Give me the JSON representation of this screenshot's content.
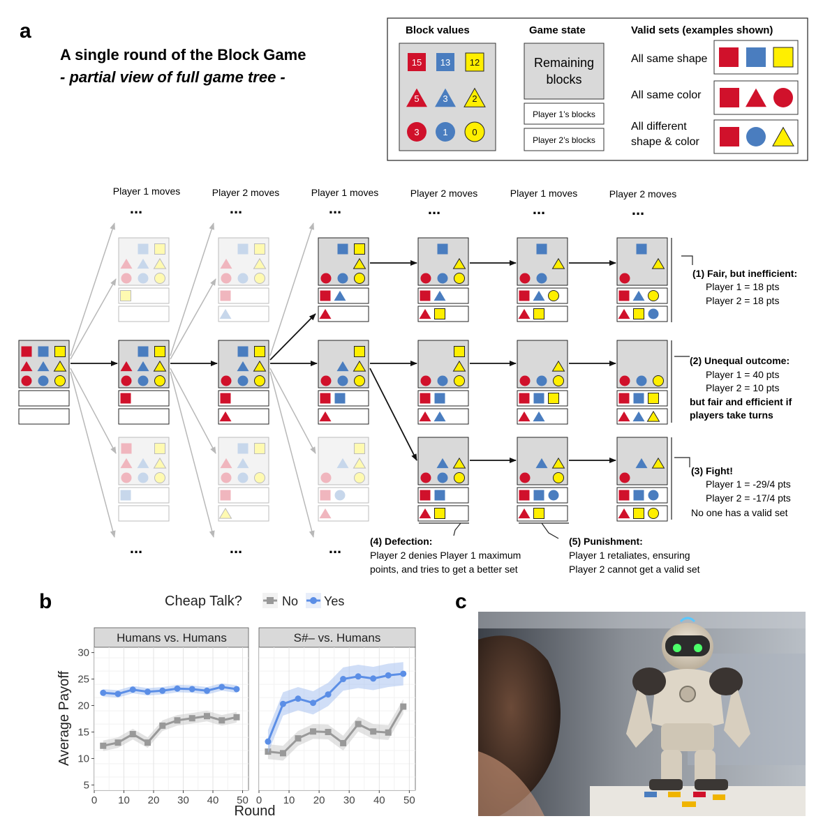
{
  "panel_labels": {
    "a": "a",
    "b": "b",
    "c": "c"
  },
  "title": {
    "line1": "A single round of the Block Game",
    "line2": "- partial view of full game tree -"
  },
  "legend": {
    "block_values_title": "Block values",
    "game_state_title": "Game state",
    "valid_sets_title": "Valid sets (examples shown)",
    "values": {
      "red_square": "15",
      "blue_square": "13",
      "yellow_square": "12",
      "red_triangle": "5",
      "blue_triangle": "3",
      "yellow_triangle": "2",
      "red_circle": "3",
      "blue_circle": "1",
      "yellow_circle": "0"
    },
    "remaining": "Remaining blocks",
    "p1_blocks": "Player 1’s blocks",
    "p2_blocks": "Player 2’s blocks",
    "same_shape": "All same shape",
    "same_color": "All same color",
    "diff_line1": "All different",
    "diff_line2": "shape & color"
  },
  "moves": [
    "Player 1 moves",
    "Player 2 moves",
    "Player 1 moves",
    "Player 2 moves",
    "Player 1 moves",
    "Player 2 moves"
  ],
  "ellipsis": "...",
  "outcomes": {
    "o1_title": "(1) Fair, but inefficient:",
    "o1_p1": "Player 1 = 18 pts",
    "o1_p2": "Player 2 = 18 pts",
    "o2_title": "(2) Unequal outcome:",
    "o2_p1": "Player 1 = 40 pts",
    "o2_p2": "Player 2 = 10 pts",
    "o2_note1": "but fair and efficient if",
    "o2_note2": "players take turns",
    "o3_title": "(3) Fight!",
    "o3_p1": "Player 1 =  -29/4 pts",
    "o3_p2": "Player 2 = -17/4 pts",
    "o3_note": "No one has a valid set",
    "o4_title": "(4) Defection:",
    "o4_l1": "Player 2 denies Player 1 maximum",
    "o4_l2": "points, and tries to get a better set",
    "o5_title": "(5) Punishment:",
    "o5_l1": "Player 1 retaliates, ensuring",
    "o5_l2": "Player 2 cannot get a valid set"
  },
  "colors": {
    "red": "#d0112b",
    "blue": "#4a7dbf",
    "yellow": "#ffef00",
    "board": "#d9d9d9",
    "yes_line": "#5b8ee6",
    "no_line": "#999999"
  },
  "chart_legend": {
    "title": "Cheap Talk?",
    "no": "No",
    "yes": "Yes"
  },
  "chart_data": [
    {
      "type": "line",
      "title": "Humans vs. Humans",
      "xlabel": "Round",
      "ylabel": "Average Payoff",
      "xlim": [
        0,
        52
      ],
      "ylim": [
        4,
        31
      ],
      "xticks": [
        0,
        10,
        20,
        30,
        40,
        50
      ],
      "yticks": [
        5,
        10,
        15,
        20,
        25,
        30
      ],
      "grid": true,
      "legend_placement": "top",
      "x": [
        3,
        8,
        13,
        18,
        23,
        28,
        33,
        38,
        43,
        48
      ],
      "series": [
        {
          "name": "No",
          "values": [
            12.4,
            13.0,
            14.6,
            13.0,
            16.2,
            17.2,
            17.6,
            18.0,
            17.2,
            17.8
          ],
          "band": 1.0
        },
        {
          "name": "Yes",
          "values": [
            22.4,
            22.2,
            23.0,
            22.6,
            22.8,
            23.2,
            23.1,
            22.8,
            23.5,
            23.1
          ],
          "band": 0.7
        }
      ]
    },
    {
      "type": "line",
      "title": "S#– vs. Humans",
      "xlabel": "Round",
      "ylabel": "Average Payoff",
      "xlim": [
        0,
        52
      ],
      "ylim": [
        4,
        31
      ],
      "xticks": [
        0,
        10,
        20,
        30,
        40,
        50
      ],
      "yticks": [
        5,
        10,
        15,
        20,
        25,
        30
      ],
      "grid": true,
      "legend_placement": "top",
      "x": [
        3,
        8,
        13,
        18,
        23,
        28,
        33,
        38,
        43,
        48
      ],
      "series": [
        {
          "name": "No",
          "values": [
            11.3,
            11.0,
            13.8,
            15.1,
            15.0,
            12.9,
            16.5,
            15.1,
            14.9,
            19.8
          ],
          "band": 1.4
        },
        {
          "name": "Yes",
          "values": [
            13.2,
            20.3,
            21.3,
            20.5,
            22.1,
            25.0,
            25.5,
            25.1,
            25.7,
            26.0
          ],
          "band": 2.2
        }
      ]
    }
  ],
  "photo": {
    "alt": ""
  }
}
